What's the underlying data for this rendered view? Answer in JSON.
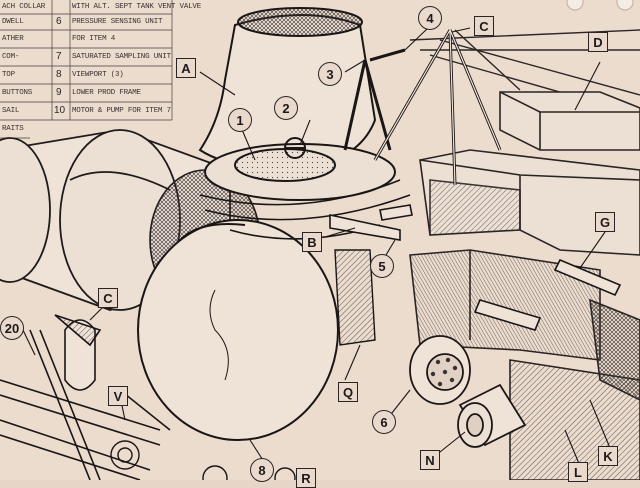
{
  "legend": {
    "rows": [
      {
        "num": "",
        "left_text": "ACH COLLAR",
        "right_text": "WITH ALT. SEPT TANK VENT VALVE"
      },
      {
        "num": "6",
        "left_text": "DWELL",
        "right_text": "PRESSURE SENSING UNIT"
      },
      {
        "num": "",
        "left_text": "ATHER",
        "right_text": "FOR ITEM 4"
      },
      {
        "num": "7",
        "left_text": "COM-",
        "right_text": "SATURATED SAMPLING UNIT"
      },
      {
        "num": "8",
        "left_text": "TOP",
        "right_text": "VIEWPORT (3)"
      },
      {
        "num": "9",
        "left_text": "BUTTONS",
        "right_text": "LOWER PROD FRAME"
      },
      {
        "num": "10",
        "left_text": "SAIL",
        "right_text": "MOTOR & PUMP FOR ITEM 7"
      },
      {
        "num": "",
        "left_text": "RAITS",
        "right_text": ""
      }
    ]
  },
  "callouts": {
    "A": "A",
    "B": "B",
    "C_top": "C",
    "C_left": "C",
    "D": "D",
    "G": "G",
    "K": "K",
    "L": "L",
    "N": "N",
    "Q": "Q",
    "V": "V",
    "R_bottom": "R",
    "n1": "1",
    "n2": "2",
    "n3": "3",
    "n4": "4",
    "n5": "5",
    "n6": "6",
    "n8": "8",
    "n20": "20"
  }
}
